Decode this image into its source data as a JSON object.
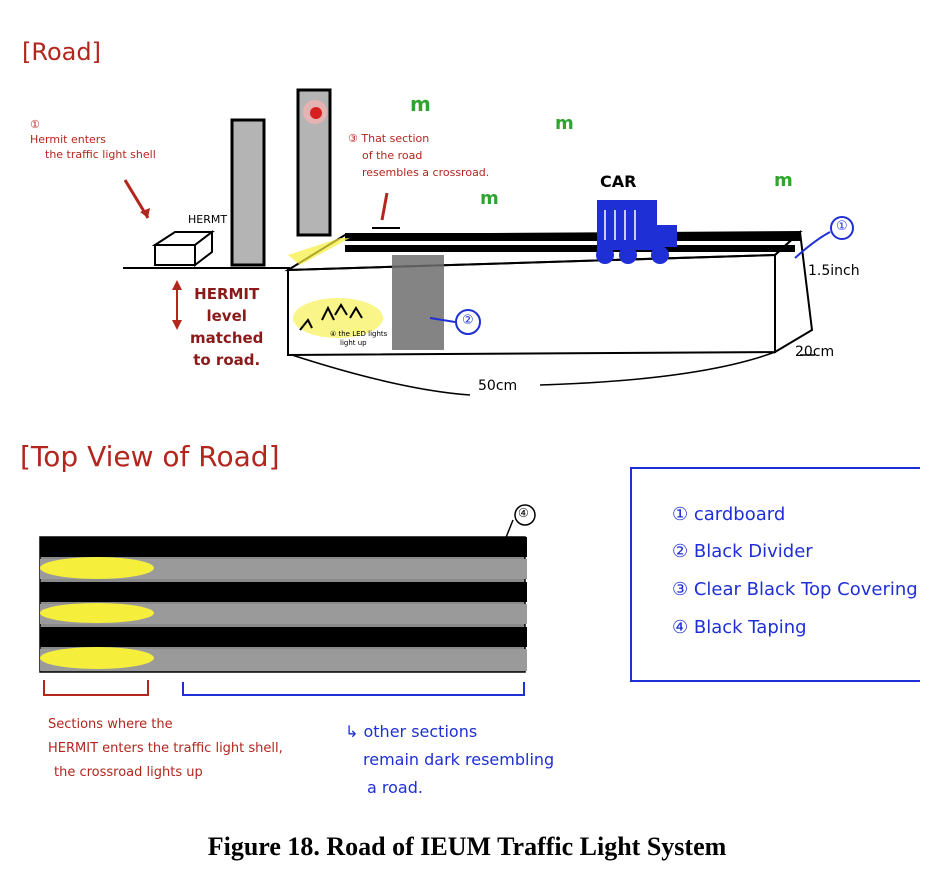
{
  "side_view": {
    "section_title": "[Road]",
    "note1": {
      "marker": "①",
      "lines": [
        "Hermit enters",
        "the traffic light shell"
      ]
    },
    "hermit_label": "HERMT",
    "note3": {
      "marker": "③",
      "lines": [
        "That section",
        "of the road",
        "resembles a crossroad."
      ]
    },
    "car_label": "CAR",
    "hermit_level_lines": [
      "HERMIT",
      "level",
      "matched",
      "to road."
    ],
    "led_note_lines": [
      "④ the LED lights",
      "light up"
    ],
    "marker_1": "①",
    "marker_2": "②",
    "dim_height": "1.5inch",
    "dim_width": "20cm",
    "dim_length": "50cm",
    "grass_mark": "m"
  },
  "top_view": {
    "section_title": "[Top View of Road]",
    "marker_4": "④",
    "lit_note_lines": [
      "Sections where the",
      "HERMIT enters the traffic light shell,",
      "the crossroad lights up"
    ],
    "dark_note_lines": [
      "↳ other sections",
      "remain dark resembling",
      "a road."
    ]
  },
  "legend": {
    "items": [
      "① cardboard",
      "② Black Divider",
      "③ Clear Black Top Covering",
      "④ Black Taping"
    ]
  },
  "caption": "Figure 18. Road of IEUM Traffic Light System",
  "colors": {
    "red_ink": "#b3261e",
    "blue_ink": "#1f2fd6",
    "green_ink": "#2fa52f",
    "yellow_light": "#f5ee3a",
    "road_black": "#000000",
    "road_gray": "#8a8a8a"
  }
}
